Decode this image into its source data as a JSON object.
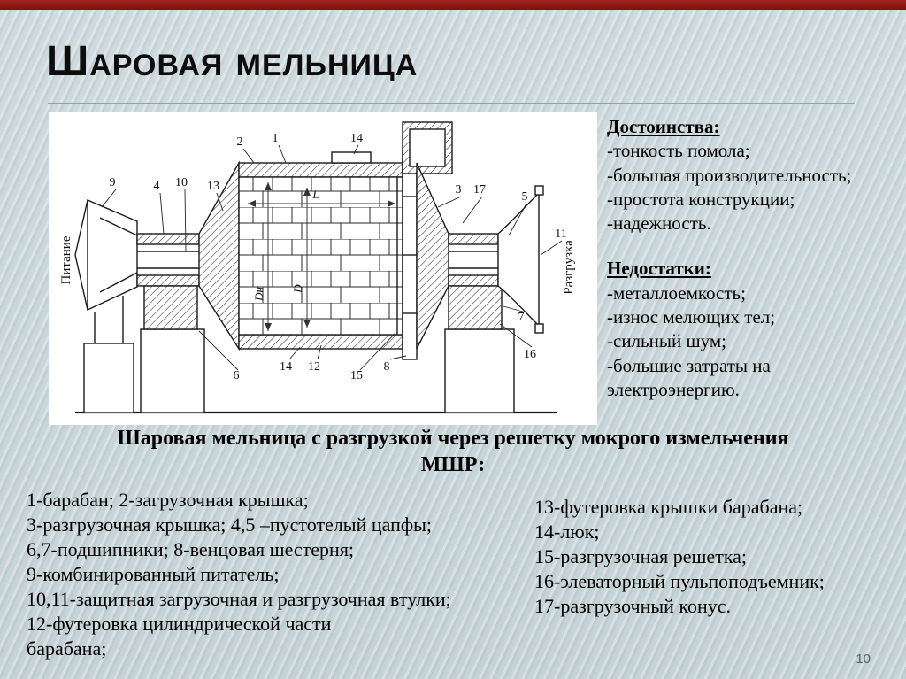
{
  "slide": {
    "title": "Шаровая мельница",
    "page_number": "10"
  },
  "advantages": {
    "heading": "Достоинства:",
    "items": [
      "-тонкость помола;",
      "-большая производительность;",
      "-простота конструкции;",
      "-надежность."
    ]
  },
  "disadvantages": {
    "heading": "Недостатки:",
    "items": [
      "-металлоемкость;",
      "-износ мелющих тел;",
      "-сильный шум;",
      "-большие затраты на электроэнергию."
    ]
  },
  "caption": {
    "line1": "Шаровая мельница с разгрузкой через решетку мокрого измельчения",
    "line2": "МШР:"
  },
  "legend": {
    "left": [
      "1-барабан; 2-загрузочная крышка;",
      "3-разгрузочная крышка; 4,5 –пустотелый цапфы;",
      "6,7-подшипники; 8-венцовая шестерня;",
      "9-комбинированный питатель;",
      "10,11-защитная загрузочная и разгрузочная втулки;",
      "12-футеровка цилиндрической части",
      "барабана;"
    ],
    "right": [
      "13-футеровка крышки барабана;",
      "14-люк;",
      "15-разгрузочная решетка;",
      "16-элеваторный пульпоподъемник;",
      "17-разгрузочный конус."
    ]
  },
  "diagram": {
    "feed_label": "Питание",
    "discharge_label": "Разгрузка",
    "dim_length": "L",
    "dim_outer": "Dн",
    "dim_inner": "D",
    "callouts": [
      "2",
      "1",
      "14",
      "9",
      "4",
      "10",
      "13",
      "3",
      "17",
      "5",
      "11",
      "7",
      "16",
      "6",
      "14",
      "12",
      "15",
      "8"
    ]
  },
  "colors": {
    "accent_bar": "#8e1a12",
    "background": "#cbd7da",
    "rule": "#8da3b8"
  }
}
